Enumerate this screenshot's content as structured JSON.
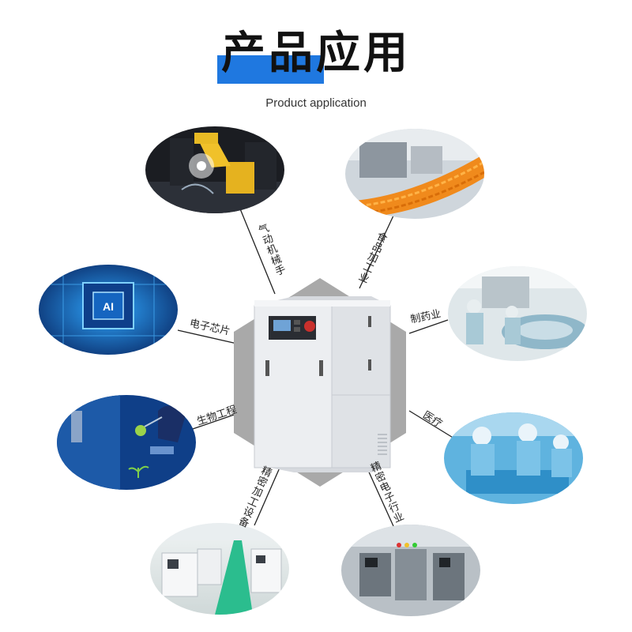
{
  "header": {
    "title": "产品应用",
    "subtitle": "Product application"
  },
  "colors": {
    "accent": "#1f78e0",
    "hexagon": "#a9a9a9",
    "machine_body": "#e9ebef"
  },
  "applications": [
    {
      "label": "气动机械手"
    },
    {
      "label": "食品加工业"
    },
    {
      "label": "电子芯片"
    },
    {
      "label": "制药业"
    },
    {
      "label": "生物工程"
    },
    {
      "label": "医疗"
    },
    {
      "label": "精密加工设备"
    },
    {
      "label": "精密电子行业"
    }
  ]
}
